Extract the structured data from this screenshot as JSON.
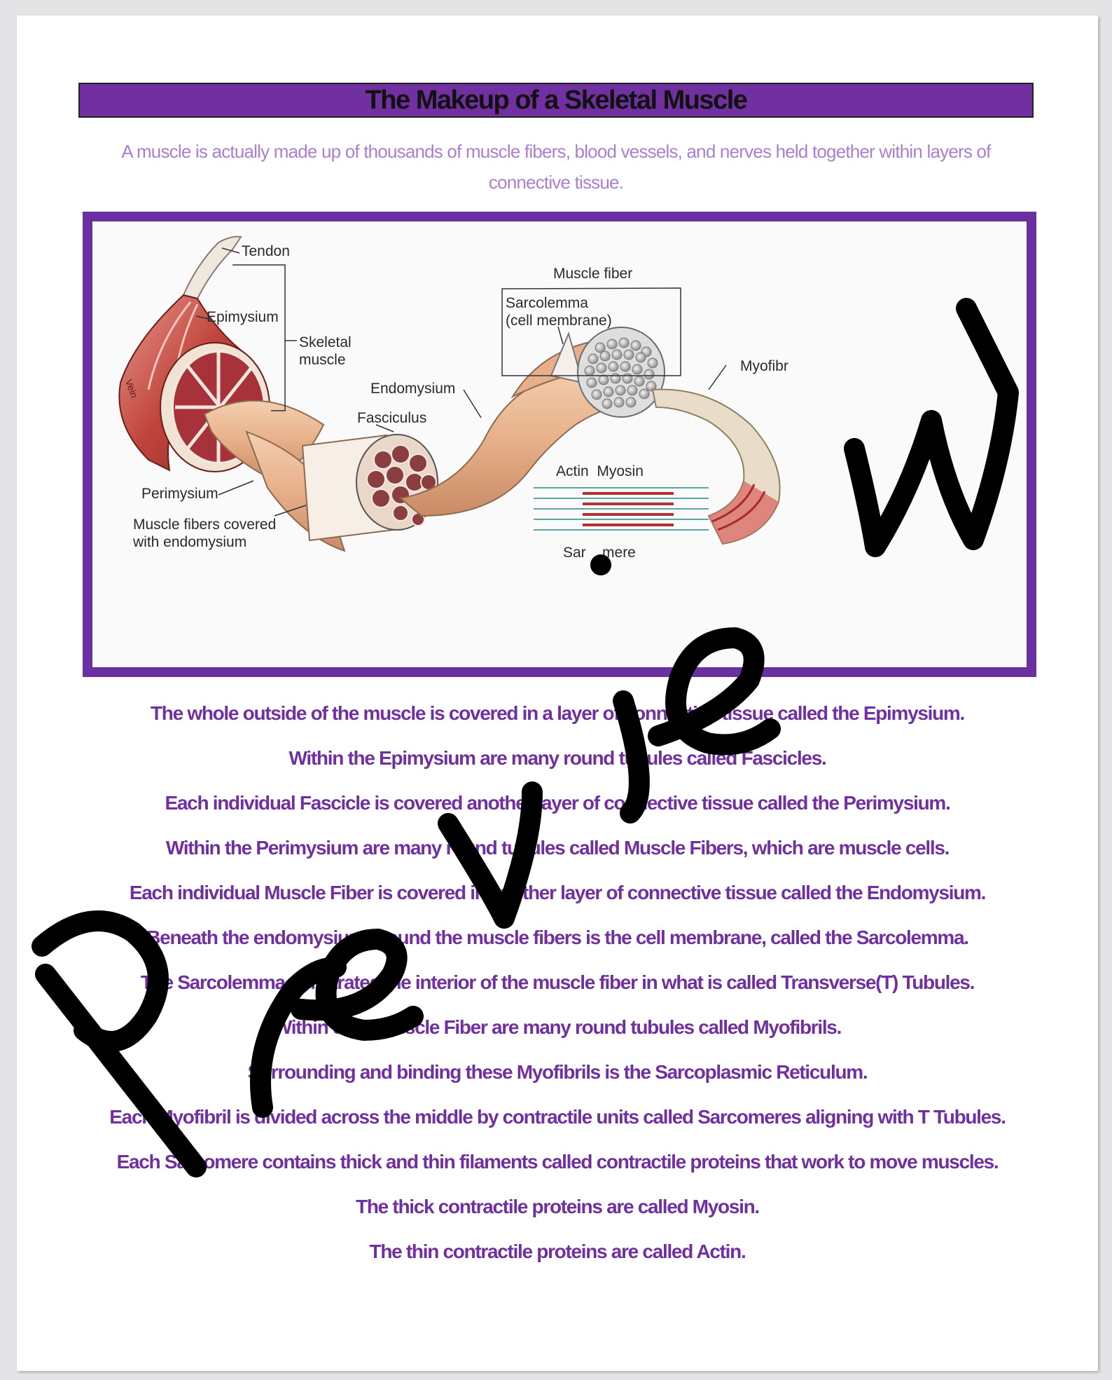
{
  "document": {
    "title": "The Makeup of a Skeletal Muscle",
    "subtitle": "A muscle is actually made up of thousands of muscle fibers, blood vessels, and nerves held together within layers of connective tissue.",
    "figure": {
      "labels": {
        "tendon": "Tendon",
        "epimysium": "Epimysium",
        "skeletal_muscle": "Skeletal\nmuscle",
        "endomysium": "Endomysium",
        "fasciculus": "Fasciculus",
        "perimysium": "Perimysium",
        "muscle_fibers_covered": "Muscle fibers covered\nwith endomysium",
        "muscle_fiber": "Muscle fiber",
        "sarcolemma": "Sarcolemma\n(cell membrane)",
        "myofibril": "Myofibr",
        "actin_myosin": "Actin  Myosin",
        "sarcomere": "Sar    mere",
        "vein": "Vein"
      }
    },
    "paragraphs": [
      "The whole outside of the muscle is covered in a layer of connective tissue called the Epimysium.",
      "Within the Epimysium are many round tubules called Fascicles.",
      "Each individual Fascicle is covered another layer of connective tissue called the Perimysium.",
      "Within the Perimysium are many round tubules called Muscle Fibers, which are muscle cells.",
      "Each individual Muscle Fiber is covered in another layer of connective tissue called the Endomysium.",
      "Beneath the endomysium around the muscle fibers is the cell membrane, called the Sarcolemma.",
      "The Sarcolemma penetrates the interior of the muscle fiber in what is called Transverse(T) Tubules.",
      "Within each Muscle Fiber are many round tubules called Myofibrils.",
      "Surrounding and binding these Myofibrils is the Sarcoplasmic Reticulum.",
      "Each Myofibril is divided across the middle by contractile units called Sarcomeres aligning with T Tubules.",
      "Each Sarcomere contains thick and thin filaments called contractile proteins that work to move muscles.",
      "The thick contractile proteins are called Myosin.",
      "The thin contractile proteins are called Actin."
    ],
    "watermark": "Preview"
  },
  "colors": {
    "accent_purple": "#7030a0",
    "subtitle_lavender": "#a97fd0",
    "frame_purple": "#6a2fa0"
  }
}
